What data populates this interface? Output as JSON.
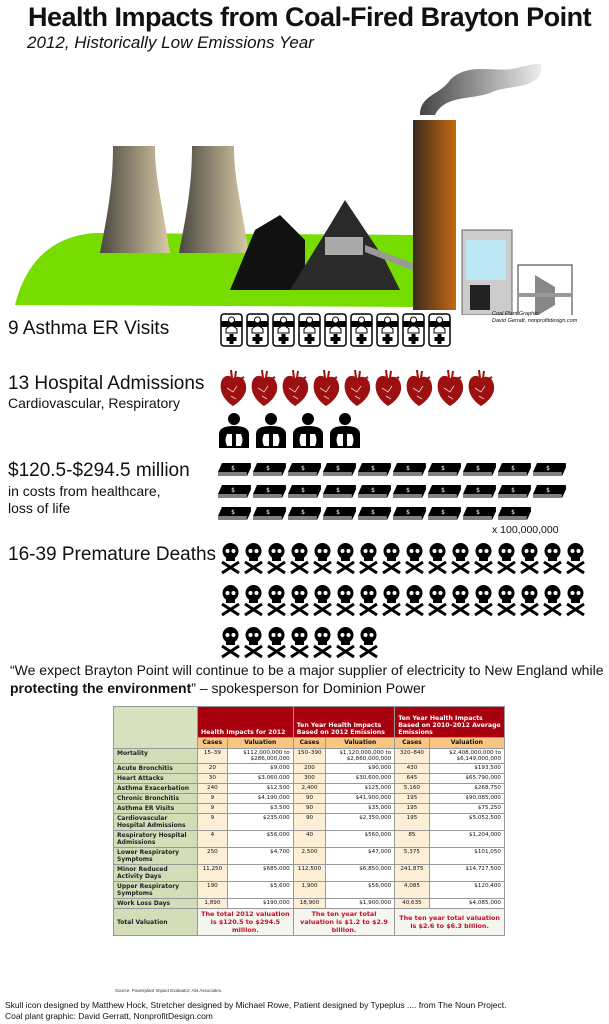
{
  "title": "Health Impacts from Coal-Fired Brayton Point",
  "subtitle": "2012, Historically Low Emissions Year",
  "graphic_credit": [
    "Coal Plant Graphic:",
    "David Gerratt, nonprofitdesign.com"
  ],
  "stats": [
    {
      "label": "9 Asthma ER Visits",
      "sub": "",
      "icon": "stretcher-icon",
      "count": 9
    },
    {
      "label": "13 Hospital Admissions",
      "sub": "Cardiovascular, Respiratory",
      "icon": "heart-icon",
      "count": 9,
      "icon2": "lungs-patient-icon",
      "count2": 4
    },
    {
      "label": "$120.5-$294.5 million",
      "sub": "in costs from healthcare, loss of life",
      "icon": "money-stack-icon",
      "count": 29,
      "multiplier": "x 100,000,000"
    },
    {
      "label": "16-39 Premature Deaths",
      "sub": "",
      "icon": "skull-crossbones-icon",
      "count": 39
    }
  ],
  "quote": {
    "pre": "“We expect Brayton Point will continue to be a major supplier of electricity to New England while ",
    "bold": "protecting the environment",
    "post": "” – spokesperson for Dominion Power"
  },
  "table": {
    "groups": [
      "Health Impacts for 2012",
      "Ten Year Health Impacts Based on 2012 Emissions",
      "Ten Year Health Impacts Based on 2010–2012 Average Emissions"
    ],
    "sub": [
      "Cases",
      "Valuation"
    ],
    "rows": [
      [
        "Mortality",
        "15–39",
        "$112,000,000 to $286,000,000",
        "150–390",
        "$1,120,000,000 to $2,860,000,000",
        "320–840",
        "$2,408,000,000 to $6,149,000,000"
      ],
      [
        "Acute Bronchitis",
        "20",
        "$9,000",
        "200",
        "$90,000",
        "430",
        "$193,500"
      ],
      [
        "Heart Attacks",
        "30",
        "$3,060,000",
        "300",
        "$30,600,000",
        "645",
        "$65,790,000"
      ],
      [
        "Asthma Exacerbation",
        "240",
        "$12,500",
        "2,400",
        "$125,000",
        "5,160",
        "$268,750"
      ],
      [
        "Chronic Bronchitis",
        "9",
        "$4,190,000",
        "90",
        "$41,900,000",
        "195",
        "$90,085,000"
      ],
      [
        "Asthma ER Visits",
        "9",
        "$3,500",
        "90",
        "$35,000",
        "195",
        "$75,250"
      ],
      [
        "Cardiovascular Hospital Admissions",
        "9",
        "$235,000",
        "90",
        "$2,350,000",
        "195",
        "$5,052,500"
      ],
      [
        "Respiratory Hospital Admissions",
        "4",
        "$56,000",
        "40",
        "$560,000",
        "85",
        "$1,204,000"
      ],
      [
        "Lower Respiratory Symptoms",
        "250",
        "$4,700",
        "2,500",
        "$47,000",
        "5,375",
        "$101,050"
      ],
      [
        "Minor Reduced Activity Days",
        "11,250",
        "$685,000",
        "112,500",
        "$6,850,000",
        "241,875",
        "$14,727,500"
      ],
      [
        "Upper Respiratory Symptoms",
        "190",
        "$5,600",
        "1,900",
        "$56,000",
        "4,085",
        "$120,400"
      ],
      [
        "Work Loss Days",
        "1,890",
        "$190,000",
        "18,900",
        "$1,900,000",
        "40,635",
        "$4,085,000"
      ]
    ],
    "total_label": "Total Valuation",
    "totals": [
      "The total 2012 valuation is $120.5 to $294.5 million.",
      "The ten year total valuation is $1.2 to $2.9 billion.",
      "The ten year total valuation is $2.6 to $6.3 billion."
    ],
    "source": "Source: Powerplant Impact Evaluator; Abt Associates."
  },
  "footer": [
    "Skull icon designed by Matthew Hock, Stretcher designed by Michael Rowe, Patient designed by Typeplus .... from The Noun Project.",
    "Coal plant graphic: David Gerratt, NonprofitDesign.com"
  ],
  "colors": {
    "header_red": "#a8000f",
    "heart": "#9c1010",
    "grass": "#77dd00",
    "label_green": "#d3ddb8",
    "cases_bg": "#fdeed6",
    "subheader": "#f8c682"
  }
}
